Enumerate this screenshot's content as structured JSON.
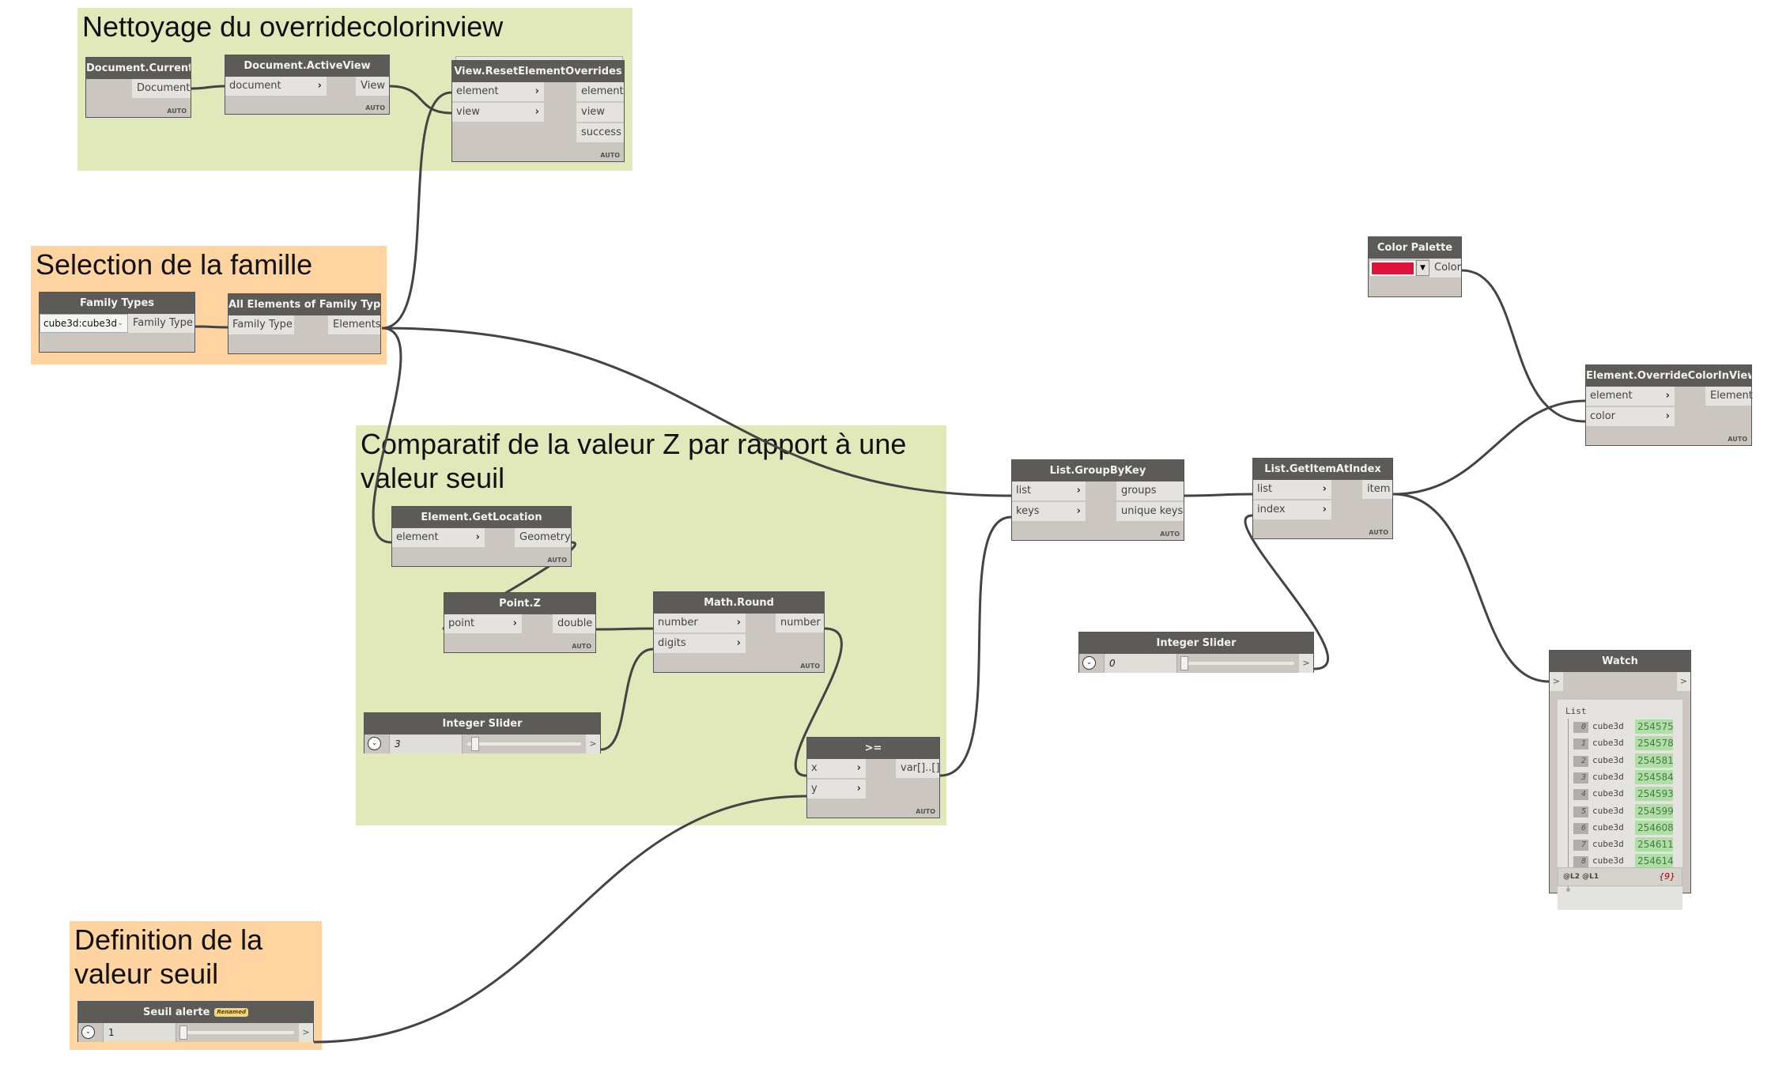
{
  "groups": {
    "cleanup": {
      "title": "Nettoyage du overridecolorinview",
      "color": "#e1e9bb"
    },
    "family": {
      "title": "Selection de la famille",
      "color": "#ffd4a1"
    },
    "compare": {
      "title": "Comparatif de la valeur Z par rapport à une valeur seuil",
      "color": "#e1e9bb"
    },
    "threshold": {
      "title": "Definition de la valeur seuil",
      "color": "#ffd4a1"
    }
  },
  "nodes": {
    "document_current": {
      "title": "Document.Current",
      "outputs": [
        "Document"
      ],
      "lacing": "AUTO"
    },
    "document_activeview": {
      "title": "Document.ActiveView",
      "inputs": [
        "document"
      ],
      "outputs": [
        "View"
      ],
      "lacing": "AUTO"
    },
    "reset_overrides": {
      "title": "View.ResetElementOverrides",
      "inputs": [
        "element",
        "view"
      ],
      "outputs": [
        "element",
        "view",
        "success"
      ],
      "lacing": "AUTO"
    },
    "family_types": {
      "title": "Family Types",
      "selected": "cube3d:cube3d",
      "outputs": [
        "Family Type"
      ]
    },
    "all_elements": {
      "title": "All Elements of Family Type",
      "inputs": [
        "Family Type"
      ],
      "outputs": [
        "Elements"
      ]
    },
    "get_location": {
      "title": "Element.GetLocation",
      "inputs": [
        "element"
      ],
      "outputs": [
        "Geometry"
      ],
      "lacing": "AUTO"
    },
    "point_z": {
      "title": "Point.Z",
      "inputs": [
        "point"
      ],
      "outputs": [
        "double"
      ],
      "lacing": "AUTO"
    },
    "math_round": {
      "title": "Math.Round",
      "inputs": [
        "number",
        "digits"
      ],
      "outputs": [
        "number"
      ],
      "lacing": "AUTO"
    },
    "slider_digits": {
      "title": "Integer Slider",
      "value": "3",
      "output": ">"
    },
    "gte": {
      "title": ">=",
      "inputs": [
        "x",
        "y"
      ],
      "outputs": [
        "var[]..[]"
      ],
      "lacing": "AUTO"
    },
    "seuil_alerte": {
      "title": "Seuil alerte",
      "badge": "Renamed",
      "value": "1",
      "output": ">"
    },
    "group_by_key": {
      "title": "List.GroupByKey",
      "inputs": [
        "list",
        "keys"
      ],
      "outputs": [
        "groups",
        "unique keys"
      ],
      "lacing": "AUTO"
    },
    "get_item": {
      "title": "List.GetItemAtIndex",
      "inputs": [
        "list",
        "index"
      ],
      "outputs": [
        "item"
      ],
      "lacing": "AUTO"
    },
    "slider_index": {
      "title": "Integer Slider",
      "value": "0",
      "output": ">"
    },
    "color_palette": {
      "title": "Color Palette",
      "color_value": "#dc143c",
      "outputs": [
        "Color"
      ]
    },
    "override_color": {
      "title": "Element.OverrideColorInView",
      "inputs": [
        "element",
        "color"
      ],
      "outputs": [
        "Element"
      ],
      "lacing": "AUTO"
    },
    "watch": {
      "title": "Watch",
      "input": ">",
      "output": ">",
      "list_label": "List",
      "items": [
        {
          "index": "0",
          "name": "cube3d",
          "id": "254575"
        },
        {
          "index": "1",
          "name": "cube3d",
          "id": "254578"
        },
        {
          "index": "2",
          "name": "cube3d",
          "id": "254581"
        },
        {
          "index": "3",
          "name": "cube3d",
          "id": "254584"
        },
        {
          "index": "4",
          "name": "cube3d",
          "id": "254593"
        },
        {
          "index": "5",
          "name": "cube3d",
          "id": "254599"
        },
        {
          "index": "6",
          "name": "cube3d",
          "id": "254608"
        },
        {
          "index": "7",
          "name": "cube3d",
          "id": "254611"
        },
        {
          "index": "8",
          "name": "cube3d",
          "id": "254614"
        }
      ],
      "levels": "@L2 @L1",
      "count": "{9}"
    }
  }
}
